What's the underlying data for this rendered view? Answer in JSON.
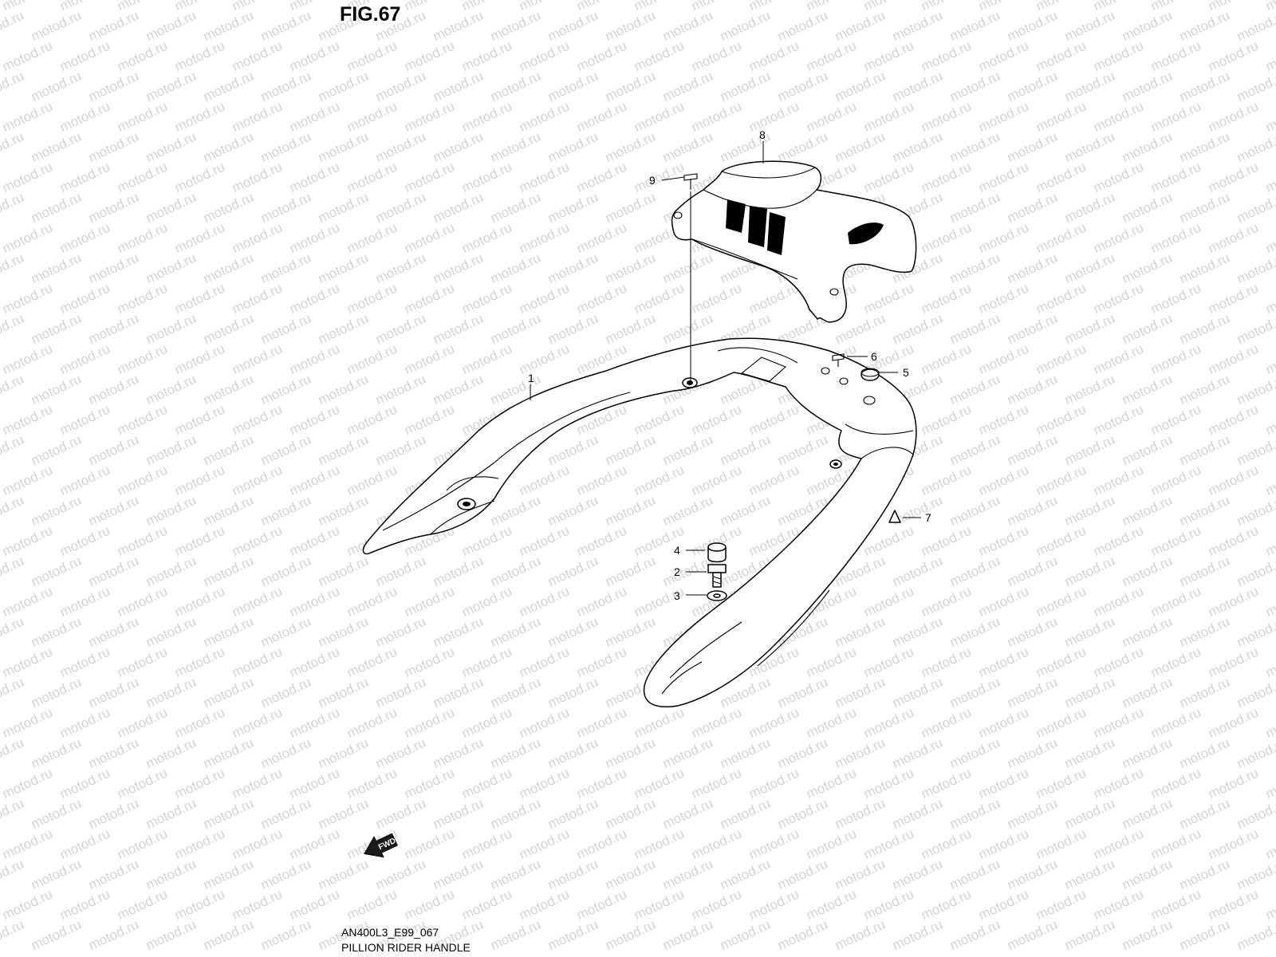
{
  "figure": {
    "title": "FIG.67",
    "code": "AN400L3_E99_067",
    "name": "PILLION RIDER HANDLE"
  },
  "watermark": "motod.ru",
  "fwd_symbol": "FWD",
  "callouts": [
    "1",
    "2",
    "3",
    "4",
    "5",
    "6",
    "7",
    "8",
    "9"
  ]
}
